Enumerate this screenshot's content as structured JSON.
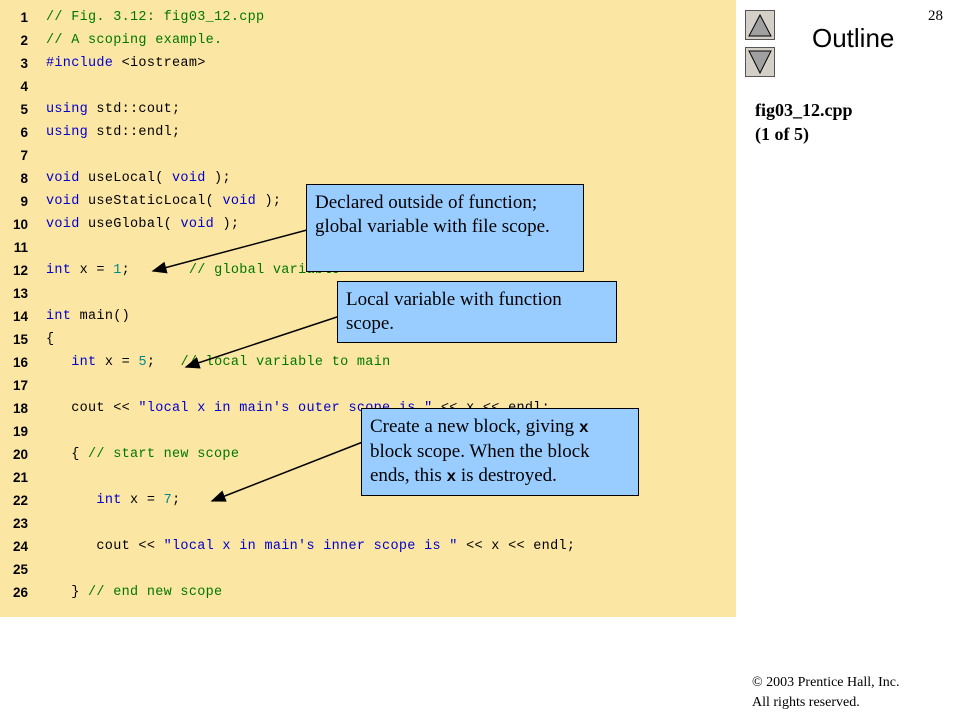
{
  "page_number": "28",
  "sidebar": {
    "outline_title": "Outline",
    "file_name": "fig03_12.cpp",
    "page_info": "(1 of 5)",
    "up_icon": "triangle-up-icon",
    "down_icon": "triangle-down-icon"
  },
  "code": {
    "lines": [
      {
        "n": "1",
        "tokens": [
          {
            "t": "// Fig. 3.12: fig03_12.cpp",
            "k": "comment"
          }
        ]
      },
      {
        "n": "2",
        "tokens": [
          {
            "t": "// A scoping example.",
            "k": "comment"
          }
        ]
      },
      {
        "n": "3",
        "tokens": [
          {
            "t": "#include",
            "k": "kw"
          },
          {
            "t": " <iostream>",
            "k": "plain"
          }
        ]
      },
      {
        "n": "4",
        "tokens": []
      },
      {
        "n": "5",
        "tokens": [
          {
            "t": "using",
            "k": "kw"
          },
          {
            "t": " std::cout;",
            "k": "plain"
          }
        ]
      },
      {
        "n": "6",
        "tokens": [
          {
            "t": "using",
            "k": "kw"
          },
          {
            "t": " std::endl;",
            "k": "plain"
          }
        ]
      },
      {
        "n": "7",
        "tokens": []
      },
      {
        "n": "8",
        "tokens": [
          {
            "t": "void",
            "k": "kw"
          },
          {
            "t": " useLocal( ",
            "k": "plain"
          },
          {
            "t": "void",
            "k": "kw"
          },
          {
            "t": " );",
            "k": "plain"
          }
        ]
      },
      {
        "n": "9",
        "tokens": [
          {
            "t": "void",
            "k": "kw"
          },
          {
            "t": " useStaticLocal( ",
            "k": "plain"
          },
          {
            "t": "void",
            "k": "kw"
          },
          {
            "t": " );",
            "k": "plain"
          }
        ]
      },
      {
        "n": "10",
        "tokens": [
          {
            "t": "void",
            "k": "kw"
          },
          {
            "t": " useGlobal( ",
            "k": "plain"
          },
          {
            "t": "void",
            "k": "kw"
          },
          {
            "t": " );",
            "k": "plain"
          }
        ]
      },
      {
        "n": "11",
        "tokens": []
      },
      {
        "n": "12",
        "tokens": [
          {
            "t": "int",
            "k": "kw"
          },
          {
            "t": " x = ",
            "k": "plain"
          },
          {
            "t": "1",
            "k": "num"
          },
          {
            "t": ";       ",
            "k": "plain"
          },
          {
            "t": "// global variable",
            "k": "comment"
          }
        ]
      },
      {
        "n": "13",
        "tokens": []
      },
      {
        "n": "14",
        "tokens": [
          {
            "t": "int",
            "k": "kw"
          },
          {
            "t": " main()",
            "k": "plain"
          }
        ]
      },
      {
        "n": "15",
        "tokens": [
          {
            "t": "{",
            "k": "plain"
          }
        ]
      },
      {
        "n": "16",
        "tokens": [
          {
            "t": "   ",
            "k": "plain"
          },
          {
            "t": "int",
            "k": "kw"
          },
          {
            "t": " x = ",
            "k": "plain"
          },
          {
            "t": "5",
            "k": "num"
          },
          {
            "t": ";   ",
            "k": "plain"
          },
          {
            "t": "// local variable to main",
            "k": "comment"
          }
        ]
      },
      {
        "n": "17",
        "tokens": []
      },
      {
        "n": "18",
        "tokens": [
          {
            "t": "   cout << ",
            "k": "plain"
          },
          {
            "t": "\"local x in main's outer scope is \"",
            "k": "str"
          },
          {
            "t": " << x << endl;",
            "k": "plain"
          }
        ]
      },
      {
        "n": "19",
        "tokens": []
      },
      {
        "n": "20",
        "tokens": [
          {
            "t": "   { ",
            "k": "plain"
          },
          {
            "t": "// start new scope",
            "k": "comment"
          }
        ]
      },
      {
        "n": "21",
        "tokens": []
      },
      {
        "n": "22",
        "tokens": [
          {
            "t": "      ",
            "k": "plain"
          },
          {
            "t": "int",
            "k": "kw"
          },
          {
            "t": " x = ",
            "k": "plain"
          },
          {
            "t": "7",
            "k": "num"
          },
          {
            "t": ";",
            "k": "plain"
          }
        ]
      },
      {
        "n": "23",
        "tokens": []
      },
      {
        "n": "24",
        "tokens": [
          {
            "t": "      cout << ",
            "k": "plain"
          },
          {
            "t": "\"local x in main's inner scope is \"",
            "k": "str"
          },
          {
            "t": " << x << endl;",
            "k": "plain"
          }
        ]
      },
      {
        "n": "25",
        "tokens": []
      },
      {
        "n": "26",
        "tokens": [
          {
            "t": "   } ",
            "k": "plain"
          },
          {
            "t": "// end new scope",
            "k": "comment"
          }
        ]
      }
    ]
  },
  "callouts": {
    "global": "Declared outside of function; global variable with file scope.",
    "local": "Local variable with function scope.",
    "block_part1": "Create a new block, giving ",
    "block_code1": "x",
    "block_part2": " block scope. When the block ends, this ",
    "block_code2": "x",
    "block_part3": " is destroyed."
  },
  "footer": {
    "copyright": "© 2003 Prentice Hall, Inc.",
    "rights": "All rights reserved."
  }
}
